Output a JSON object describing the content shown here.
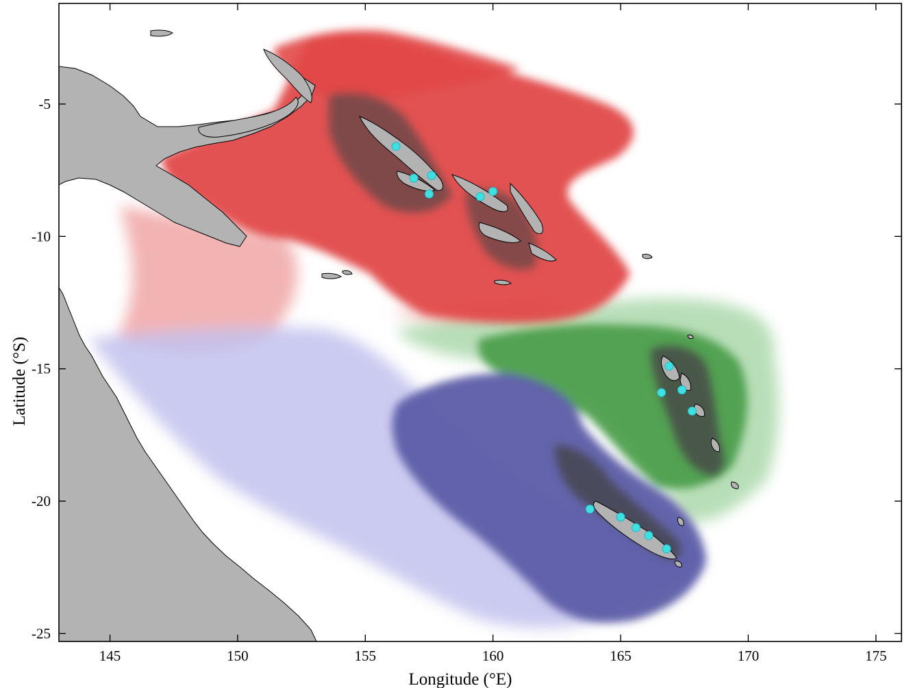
{
  "chart_data": {
    "type": "map-trajectories",
    "xlabel": "Longitude (°E)",
    "ylabel": "Latitude (°S)",
    "xlim": [
      143,
      176
    ],
    "ylim": [
      -25.3,
      -1.2
    ],
    "x_ticks": [
      145,
      150,
      155,
      160,
      165,
      170,
      175
    ],
    "y_ticks": [
      -5,
      -10,
      -15,
      -20,
      -25
    ],
    "colors": {
      "land": "#b3b3b3",
      "coast": "#000000",
      "release_sites": "#40e0e0",
      "solomon_outer": "#e24848",
      "solomon_core": "#7a4848",
      "solomon_faint": "#ee9a9a",
      "vanuatu_outer": "#4e9e4e",
      "vanuatu_core": "#4a524a",
      "vanuatu_faint": "#a6d6a6",
      "newcaledonia_outer": "#5c5ca8",
      "newcaledonia_core": "#4a4a58",
      "newcaledonia_faint": "#c2c2ee"
    },
    "release_sites": [
      {
        "lon": 156.2,
        "lat": -6.6
      },
      {
        "lon": 156.9,
        "lat": -7.8
      },
      {
        "lon": 157.6,
        "lat": -7.7
      },
      {
        "lon": 157.5,
        "lat": -8.4
      },
      {
        "lon": 159.5,
        "lat": -8.5
      },
      {
        "lon": 160.0,
        "lat": -8.3
      },
      {
        "lon": 166.9,
        "lat": -14.9
      },
      {
        "lon": 167.4,
        "lat": -15.8
      },
      {
        "lon": 166.6,
        "lat": -15.9
      },
      {
        "lon": 167.8,
        "lat": -16.6
      },
      {
        "lon": 163.8,
        "lat": -20.3
      },
      {
        "lon": 165.0,
        "lat": -20.6
      },
      {
        "lon": 165.6,
        "lat": -21.0
      },
      {
        "lon": 166.1,
        "lat": -21.3
      },
      {
        "lon": 166.8,
        "lat": -21.8
      }
    ]
  }
}
